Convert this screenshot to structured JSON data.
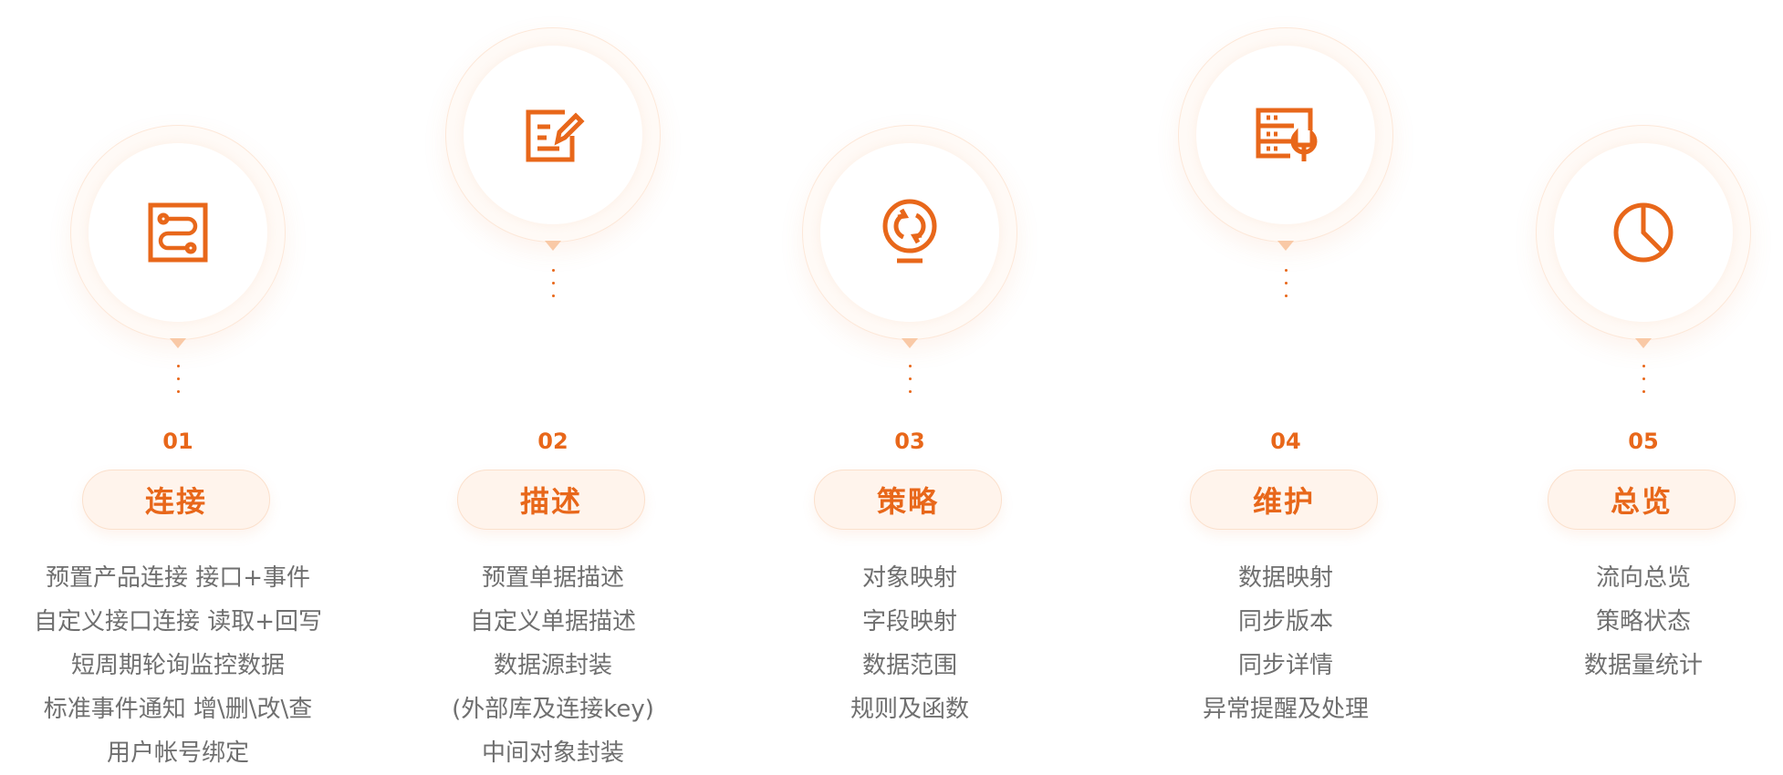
{
  "colors": {
    "accent": "#e8671a",
    "text": "#6f6f6f",
    "ring": "#fde8d9"
  },
  "steps": [
    {
      "number": "01",
      "title": "连接",
      "icon": "flow-path-icon",
      "items": [
        "预置产品连接 接口+事件",
        "自定义接口连接 读取+回写",
        "短周期轮询监控数据",
        "标准事件通知 增\\删\\改\\查",
        "用户帐号绑定"
      ]
    },
    {
      "number": "02",
      "title": "描述",
      "icon": "edit-document-icon",
      "items": [
        "预置单据描述",
        "自定义单据描述",
        "数据源封装",
        "(外部库及连接key)",
        "中间对象封装"
      ]
    },
    {
      "number": "03",
      "title": "策略",
      "icon": "sync-bulb-icon",
      "items": [
        "对象映射",
        "字段映射",
        "数据范围",
        "规则及函数"
      ]
    },
    {
      "number": "04",
      "title": "维护",
      "icon": "server-wrench-icon",
      "items": [
        "数据映射",
        "同步版本",
        "同步详情",
        "异常提醒及处理"
      ]
    },
    {
      "number": "05",
      "title": "总览",
      "icon": "pie-chart-icon",
      "items": [
        "流向总览",
        "策略状态",
        "数据量统计"
      ]
    }
  ]
}
